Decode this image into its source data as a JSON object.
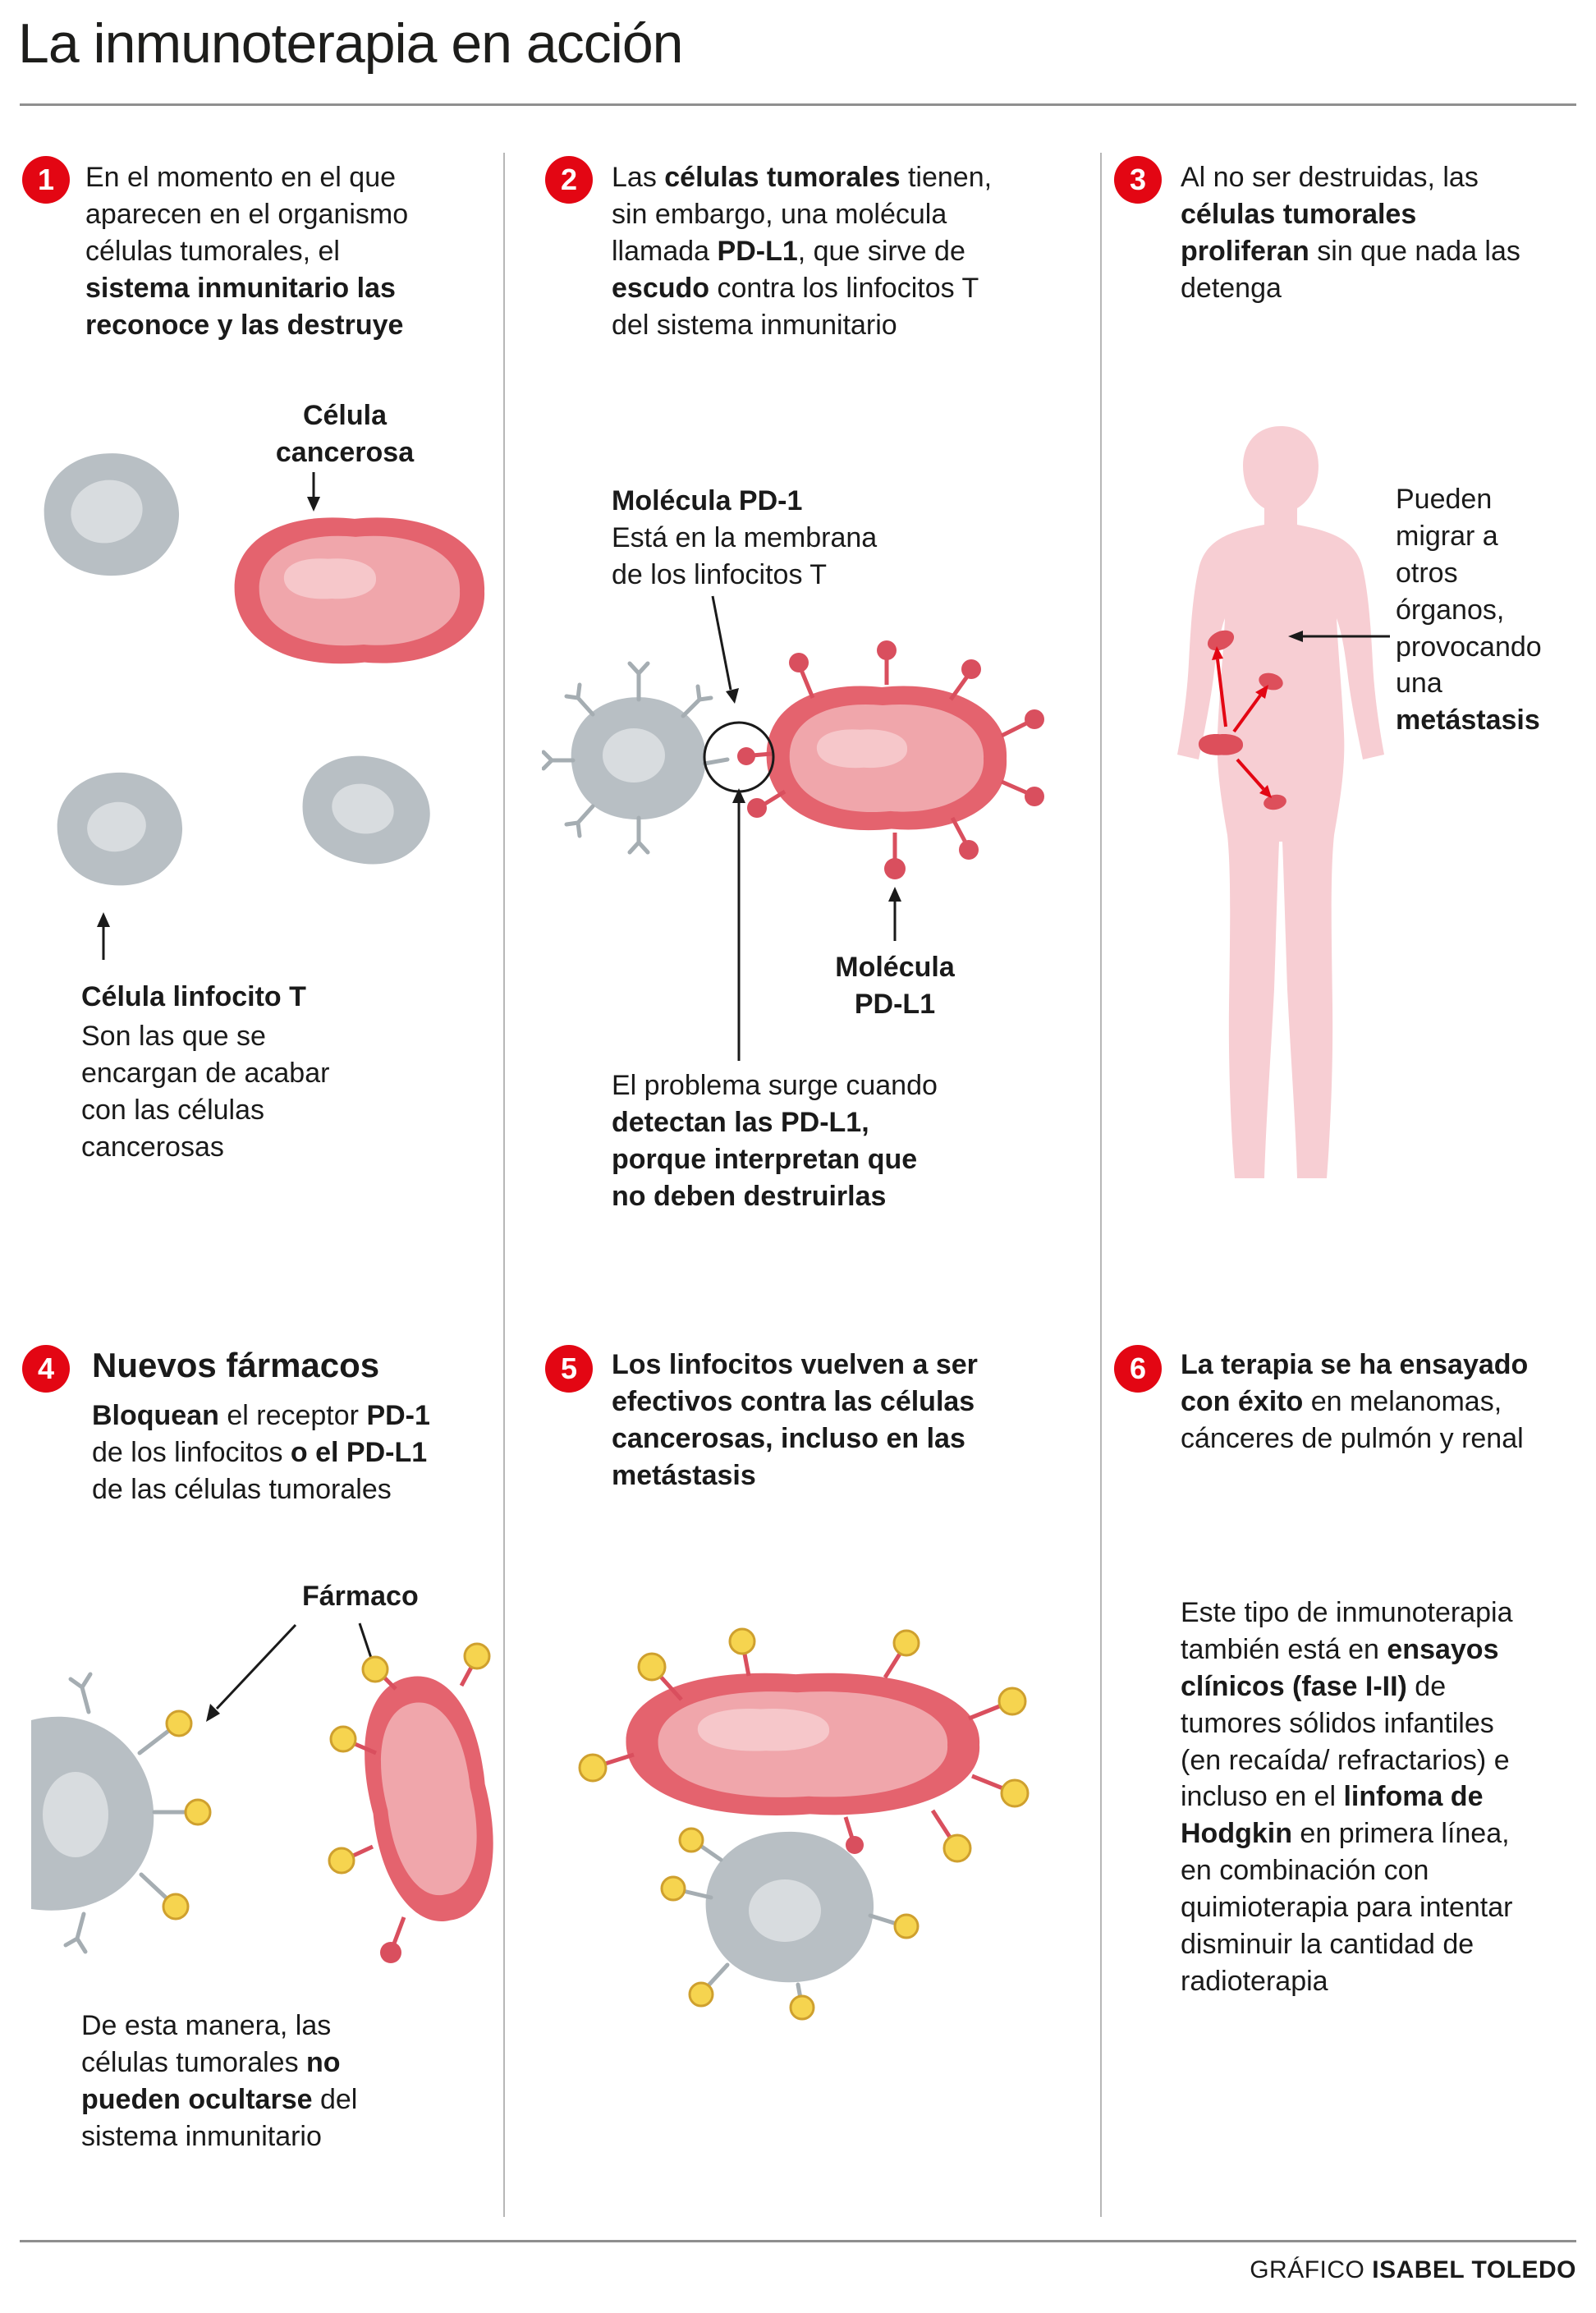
{
  "title": "La inmunoterapia en acción",
  "footer": {
    "prefix": "GRÁFICO ",
    "name": "ISABEL TOLEDO"
  },
  "colors": {
    "accent_red": "#e30613",
    "tumor_cell": "#e4636e",
    "tumor_cell_light": "#f0a6ab",
    "tumor_knob": "#d94f5e",
    "lymphocyte_gray": "#b8bfc4",
    "lymphocyte_light": "#d8dcdf",
    "drug_yellow": "#f6d44f",
    "body_pink": "#f7ced3"
  },
  "p1": {
    "num": "1",
    "intro": [
      {
        "t": "En el momento en el que aparecen en el organismo células tumorales, el "
      },
      {
        "t": "sistema inmunitario las reconoce y las destruye",
        "b": true
      }
    ],
    "cancer_label": "Célula\ncancerosa",
    "lymph_label": "Célula linfocito T",
    "lymph_desc": "Son las que se encargan de acabar con las células cancerosas"
  },
  "p2": {
    "num": "2",
    "intro": [
      {
        "t": "Las "
      },
      {
        "t": "células tumorales",
        "b": true
      },
      {
        "t": " tienen, sin embargo, una molécula llamada "
      },
      {
        "t": "PD-L1",
        "b": true
      },
      {
        "t": ", que sirve de "
      },
      {
        "t": "escudo",
        "b": true
      },
      {
        "t": " contra los linfocitos T del sistema inmunitario"
      }
    ],
    "pd1_label": [
      {
        "t": "Molécula PD-1",
        "b": true
      },
      {
        "t": "\nEstá en la membrana\nde los linfocitos T"
      }
    ],
    "pdl1_label": "Molécula\nPD-L1",
    "problem": [
      {
        "t": "El problema surge cuando "
      },
      {
        "t": "detectan las PD-L1, porque interpretan que no deben destruirlas",
        "b": true
      }
    ]
  },
  "p3": {
    "num": "3",
    "intro": [
      {
        "t": "Al no ser destruidas, las "
      },
      {
        "t": "células tumorales proliferan",
        "b": true
      },
      {
        "t": " sin que nada las detenga"
      }
    ],
    "migrate": [
      {
        "t": "Pueden migrar a otros órganos, provocando una "
      },
      {
        "t": "metástasis",
        "b": true
      }
    ]
  },
  "p4": {
    "num": "4",
    "heading": "Nuevos fármacos",
    "intro": [
      {
        "t": "Bloquean",
        "b": true
      },
      {
        "t": " el receptor "
      },
      {
        "t": "PD-1",
        "b": true
      },
      {
        "t": " de los linfocitos "
      },
      {
        "t": "o el PD-L1",
        "b": true
      },
      {
        "t": " de las células tumorales"
      }
    ],
    "drug_label": "Fármaco",
    "outro": [
      {
        "t": "De esta manera, las células tumorales "
      },
      {
        "t": "no pueden ocultarse",
        "b": true
      },
      {
        "t": " del sistema inmunitario"
      }
    ]
  },
  "p5": {
    "num": "5",
    "intro": [
      {
        "t": "Los linfocitos vuelven a ser efectivos contra las células cancerosas, incluso en las metástasis",
        "b": true
      }
    ]
  },
  "p6": {
    "num": "6",
    "intro": [
      {
        "t": "La terapia se ha ensayado con éxito",
        "b": true
      },
      {
        "t": " en melanomas, cánceres de pulmón y renal"
      }
    ],
    "body": [
      {
        "t": "Este tipo de inmunoterapia también está en "
      },
      {
        "t": "ensayos clínicos (fase I-II)",
        "b": true
      },
      {
        "t": " de tumores sólidos infantiles (en recaída/ refractarios) e incluso en el "
      },
      {
        "t": "linfoma de Hodgkin",
        "b": true
      },
      {
        "t": " en primera línea, en combinación con quimioterapia para intentar disminuir la cantidad de radioterapia"
      }
    ]
  }
}
